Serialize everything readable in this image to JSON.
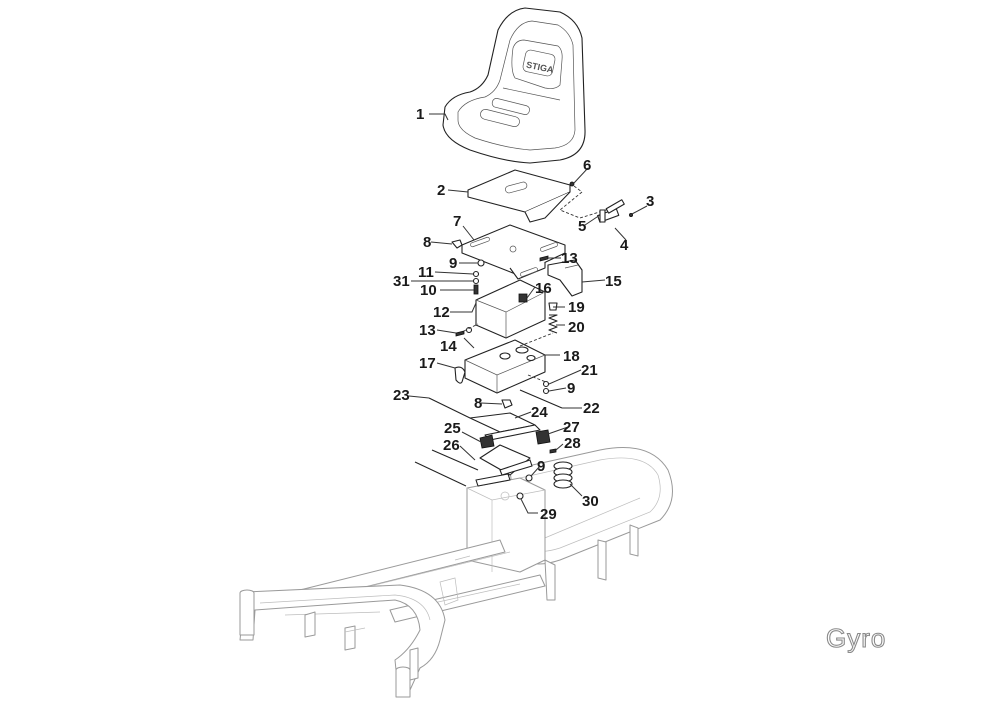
{
  "diagram": {
    "type": "exploded-parts-diagram",
    "subject": "Seat and seat suspension assembly",
    "brand_mark": "Gyro",
    "seat_logo_text": "STIGA",
    "callouts": [
      {
        "id": "1",
        "label": "1",
        "part": "seat"
      },
      {
        "id": "2",
        "label": "2",
        "part": "seat-plate-upper"
      },
      {
        "id": "3",
        "label": "3",
        "part": "screw"
      },
      {
        "id": "4",
        "label": "4",
        "part": "seat-switch-bracket"
      },
      {
        "id": "5",
        "label": "5",
        "part": "spring-pin"
      },
      {
        "id": "6",
        "label": "6",
        "part": "screw"
      },
      {
        "id": "7",
        "label": "7",
        "part": "seat-plate-lower"
      },
      {
        "id": "8",
        "label": "8",
        "part": "knob"
      },
      {
        "id": "9",
        "label": "9",
        "part": "nut"
      },
      {
        "id": "11",
        "label": "11",
        "part": "washer"
      },
      {
        "id": "31",
        "label": "31",
        "part": "washer"
      },
      {
        "id": "10",
        "label": "10",
        "part": "bolt"
      },
      {
        "id": "13",
        "label": "13",
        "part": "screw"
      },
      {
        "id": "15",
        "label": "15",
        "part": "bracket"
      },
      {
        "id": "16",
        "label": "16",
        "part": "clip"
      },
      {
        "id": "12",
        "label": "12",
        "part": "cover"
      },
      {
        "id": "19",
        "label": "19",
        "part": "adjuster-knob"
      },
      {
        "id": "20",
        "label": "20",
        "part": "spring"
      },
      {
        "id": "13b",
        "label": "13",
        "part": "screw"
      },
      {
        "id": "14",
        "label": "14",
        "part": "nut"
      },
      {
        "id": "17",
        "label": "17",
        "part": "bump-stop"
      },
      {
        "id": "18",
        "label": "18",
        "part": "suspension-box"
      },
      {
        "id": "21",
        "label": "21",
        "part": "washer"
      },
      {
        "id": "9b",
        "label": "9",
        "part": "nut"
      },
      {
        "id": "23",
        "label": "23",
        "part": "rod"
      },
      {
        "id": "8b",
        "label": "8",
        "part": "knob"
      },
      {
        "id": "24",
        "label": "24",
        "part": "linkage-upper"
      },
      {
        "id": "22",
        "label": "22",
        "part": "rod"
      },
      {
        "id": "25",
        "label": "25",
        "part": "bushing-block"
      },
      {
        "id": "27",
        "label": "27",
        "part": "bushing-block"
      },
      {
        "id": "28",
        "label": "28",
        "part": "screw"
      },
      {
        "id": "26",
        "label": "26",
        "part": "linkage-lower"
      },
      {
        "id": "9c",
        "label": "9",
        "part": "nut"
      },
      {
        "id": "30",
        "label": "30",
        "part": "coil-spring"
      },
      {
        "id": "29",
        "label": "29",
        "part": "nut"
      }
    ]
  }
}
